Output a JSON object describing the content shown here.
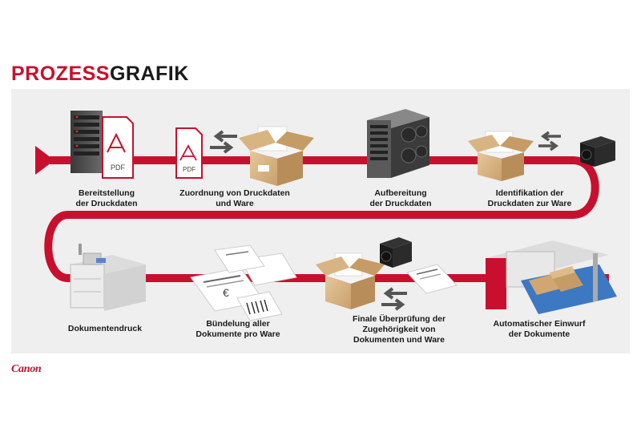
{
  "title": {
    "part1": "PROZESS",
    "part2": "GRAFIK"
  },
  "pdf_label": "PDF",
  "steps": [
    {
      "label": "Bereitstellung\nder Druckdaten"
    },
    {
      "label": "Zuordnung von Druckdaten\nund Ware"
    },
    {
      "label": "Aufbereitung\nder Druckdaten"
    },
    {
      "label": "Identifikation der\nDruckdaten zur Ware"
    },
    {
      "label": "Automatischer Einwurf\nder Dokumente"
    },
    {
      "label": "Finale Überprüfung der\nZugehörigkeit von\nDokumenten und Ware"
    },
    {
      "label": "Bündelung aller\nDokumente pro Ware"
    },
    {
      "label": "Dokumentendruck"
    }
  ],
  "brand": {
    "name": "Canon"
  },
  "colors": {
    "accent": "#c8102e",
    "panel": "#efefef",
    "text": "#1a1a1a"
  }
}
